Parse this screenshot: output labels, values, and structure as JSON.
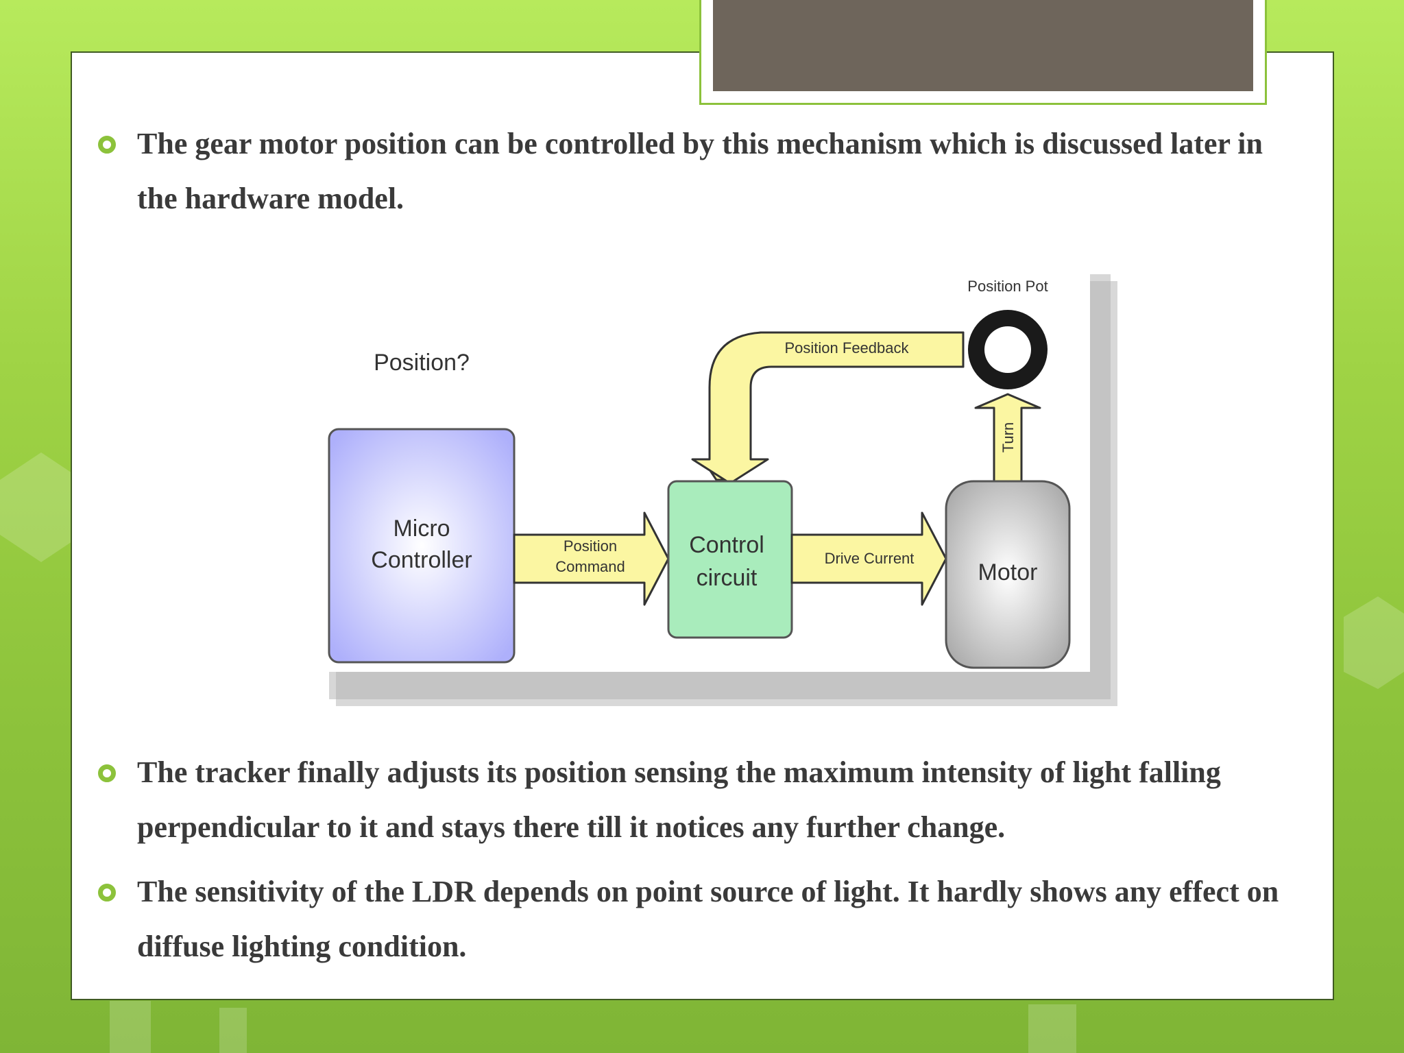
{
  "colors": {
    "accent": "#8cc23b",
    "title_block": "#6e655b",
    "text": "#3a3a3a",
    "arrow_fill": "#fbf6a2",
    "micro_fill": "#aeb0fb",
    "control_fill": "#a9ecbc",
    "motor_fill": "#b9b9b9"
  },
  "bullets": [
    "The gear motor position can be controlled by this mechanism which is discussed later in the hardware model.",
    "The tracker finally adjusts its position sensing the maximum intensity of light falling perpendicular to it and stays there till it notices any further change.",
    "The sensitivity of the LDR depends on point source of light. It hardly shows any effect on diffuse lighting condition."
  ],
  "diagram": {
    "question": "Position?",
    "micro_line1": "Micro",
    "micro_line2": "Controller",
    "command_line1": "Position",
    "command_line2": "Command",
    "control_line1": "Control",
    "control_line2": "circuit",
    "drive": "Drive Current",
    "motor": "Motor",
    "turn": "Turn",
    "feedback": "Position Feedback",
    "pot": "Position Pot"
  }
}
